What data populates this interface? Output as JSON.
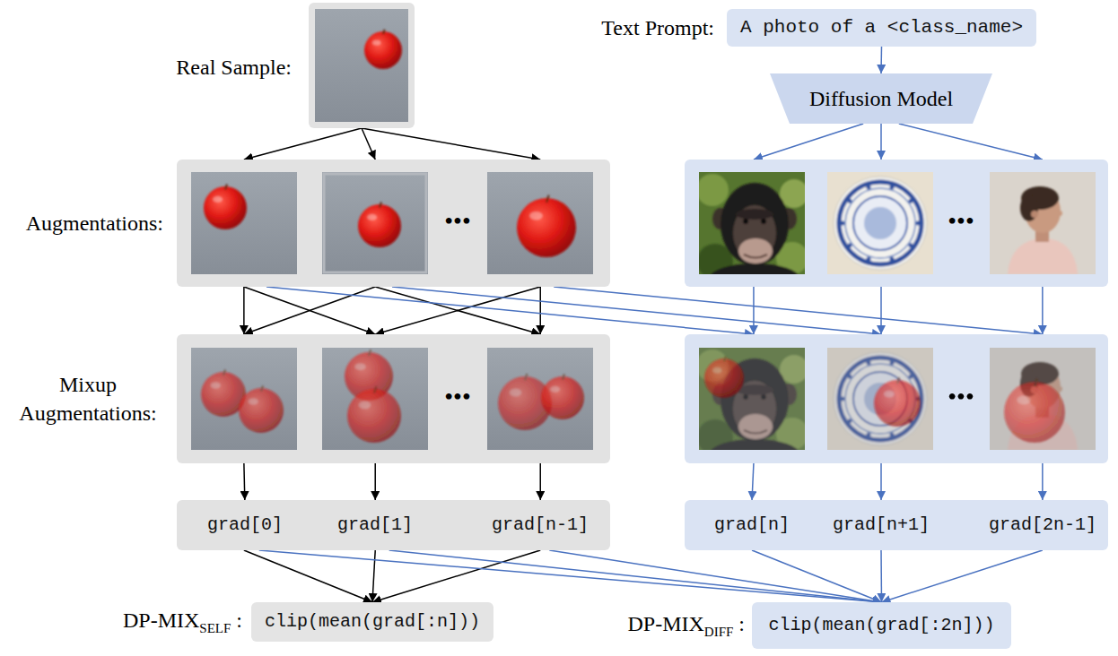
{
  "diagram": {
    "nodes": [
      {
        "text": [
          "Real Sample:"
        ]
      },
      {
        "text": [
          "Text Prompt:",
          "A photo of a <class_name>"
        ]
      },
      {
        "text": [
          "Diffusion Model"
        ]
      },
      {
        "text": [
          "Augmentations:",
          "•••"
        ]
      },
      {
        "text": [
          "•••"
        ]
      },
      {
        "text": [
          "Mixup Augmentations:",
          "•••"
        ]
      },
      {
        "text": [
          "•••"
        ]
      },
      {
        "text": [
          "grad[0]",
          "grad[1]",
          "grad[n-1]"
        ]
      },
      {
        "text": [
          "grad[n]",
          "grad[n+1]",
          "grad[2n-1]"
        ]
      },
      {
        "text": [
          "DP-MIX",
          "SELF",
          ":",
          "clip(mean(grad[:n]))"
        ]
      },
      {
        "text": [
          "DP-MIX",
          "DIFF",
          ":",
          "clip(mean(grad[:2n]))"
        ]
      }
    ],
    "edges": [
      {
        "from": 1,
        "to": 2,
        "arrow": "to"
      },
      {
        "from": 2,
        "to": 4,
        "arrow": "to"
      },
      {
        "from": 0,
        "to": 3,
        "arrow": "to"
      },
      {
        "from": 3,
        "to": 5,
        "arrow": "to"
      },
      {
        "from": 3,
        "to": 6,
        "arrow": "to"
      },
      {
        "from": 4,
        "to": 6,
        "arrow": "to"
      },
      {
        "from": 5,
        "to": 7,
        "arrow": "to"
      },
      {
        "from": 6,
        "to": 8,
        "arrow": "to"
      },
      {
        "from": 7,
        "to": 9,
        "arrow": "to"
      },
      {
        "from": 7,
        "to": 10,
        "arrow": "to"
      },
      {
        "from": 8,
        "to": 10,
        "arrow": "to"
      }
    ]
  }
}
